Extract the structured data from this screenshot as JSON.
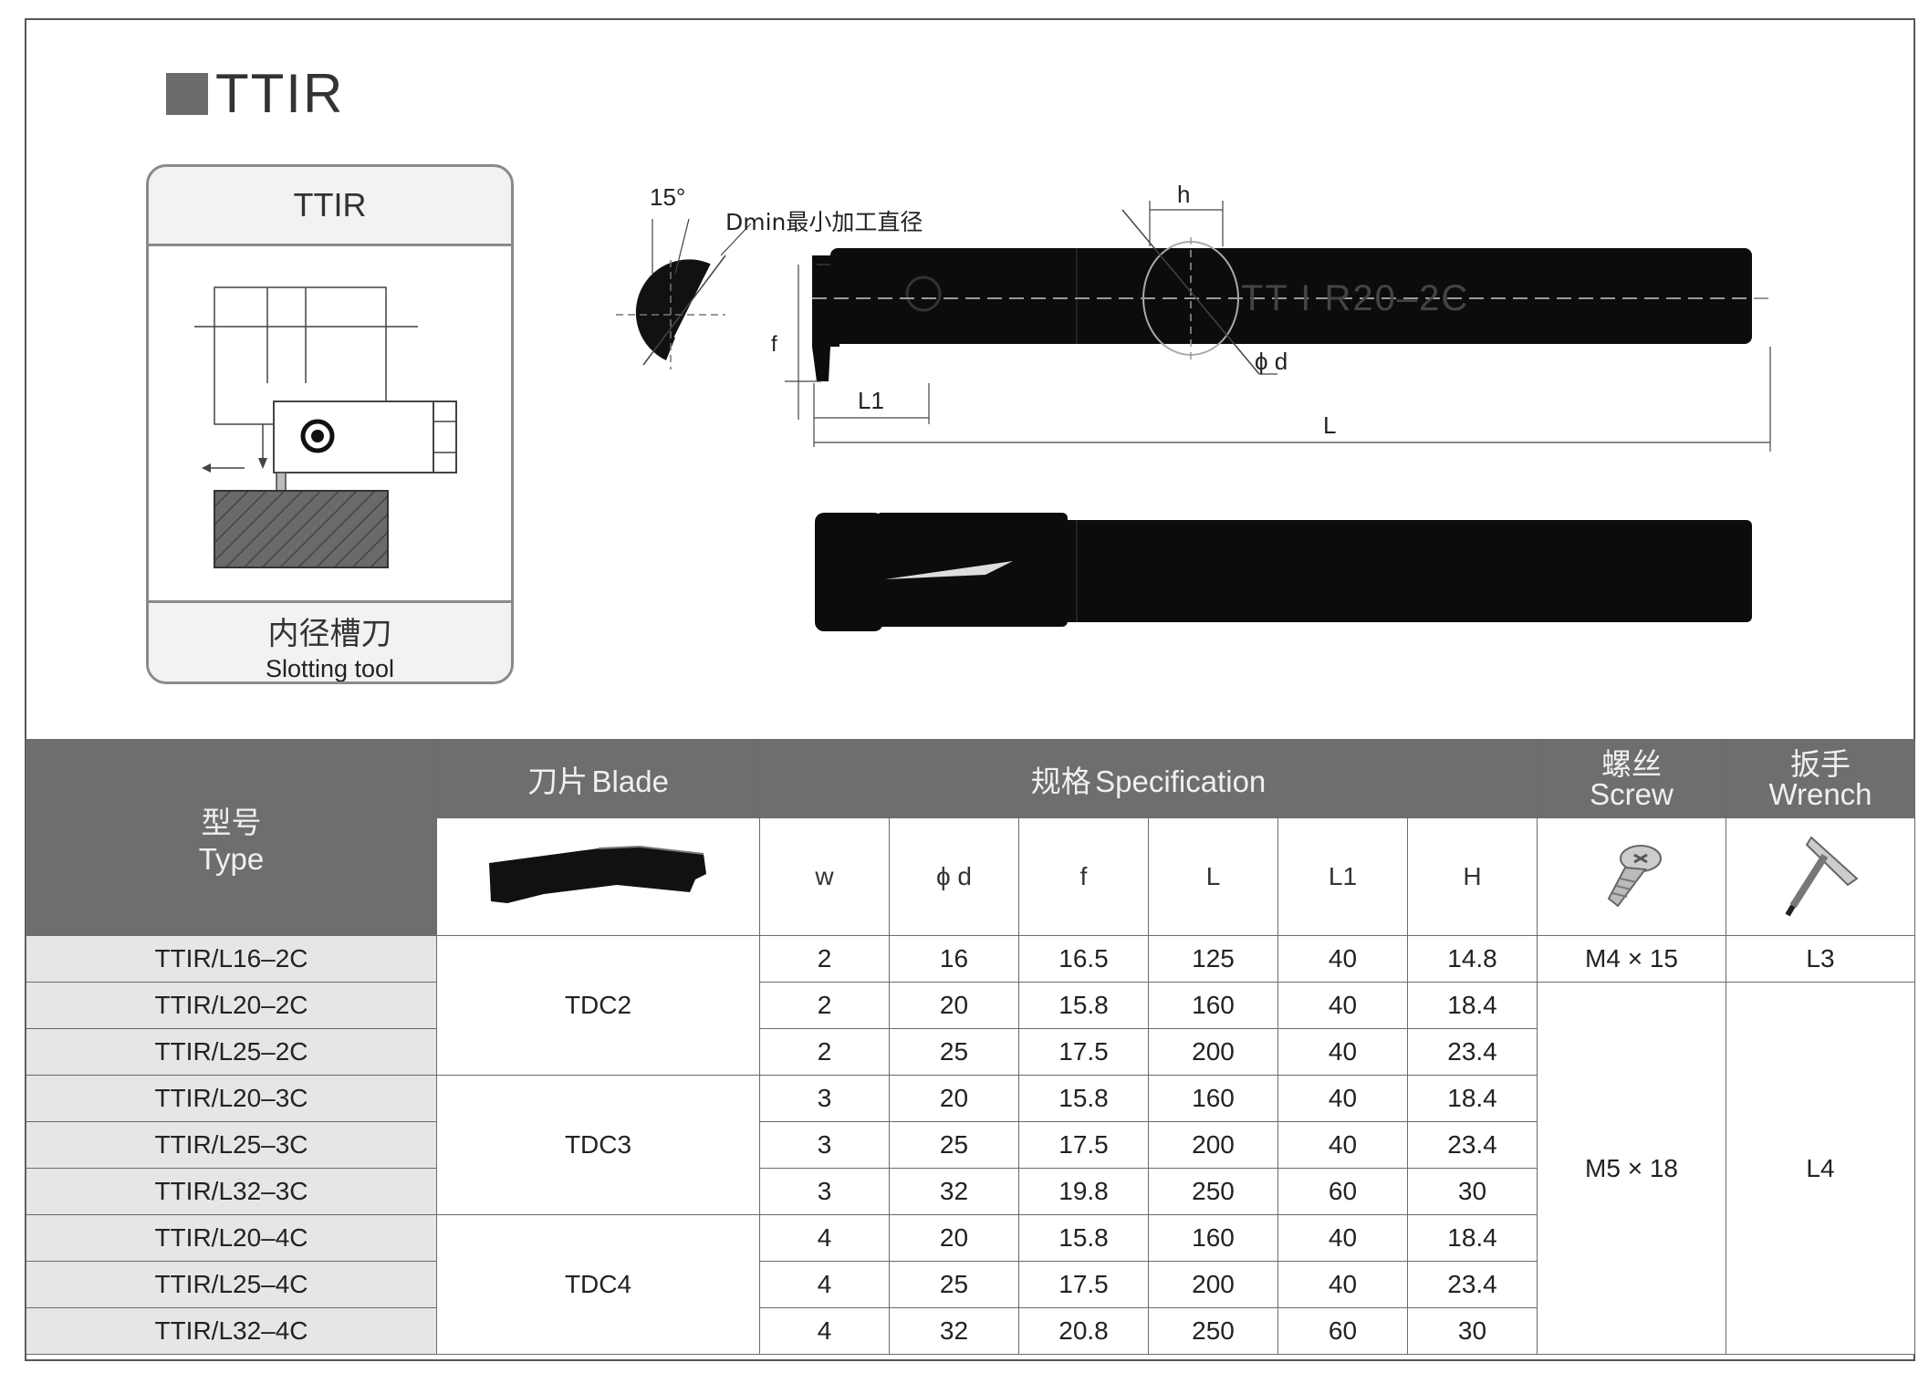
{
  "title": "TTIR",
  "card": {
    "header": "TTIR",
    "footer_cn": "内径槽刀",
    "footer_en": "Slotting tool"
  },
  "drawing": {
    "angle": "15°",
    "dmin": "Dmin最小加工直径",
    "h": "h",
    "phi_d": "ϕ d",
    "f": "f",
    "L1": "L1",
    "L": "L",
    "engraving": "TT I R20–2C"
  },
  "table": {
    "type_cn": "型号",
    "type_en": "Type",
    "blade_cn": "刀片",
    "blade_en": "Blade",
    "spec_cn": "规格",
    "spec_en": "Specification",
    "screw_cn": "螺丝",
    "screw_en": "Screw",
    "wrench_cn": "扳手",
    "wrench_en": "Wrench",
    "columns": [
      "w",
      "ϕ d",
      "f",
      "L",
      "L1",
      "H"
    ],
    "blades": [
      "TDC2",
      "TDC3",
      "TDC4"
    ],
    "screws": [
      "M4 × 15",
      "M5 × 18"
    ],
    "wrenches": [
      "L3",
      "L4"
    ],
    "rows": [
      {
        "type": "TTIR/L16–2C",
        "w": "2",
        "d": "16",
        "f": "16.5",
        "L": "125",
        "L1": "40",
        "H": "14.8"
      },
      {
        "type": "TTIR/L20–2C",
        "w": "2",
        "d": "20",
        "f": "15.8",
        "L": "160",
        "L1": "40",
        "H": "18.4"
      },
      {
        "type": "TTIR/L25–2C",
        "w": "2",
        "d": "25",
        "f": "17.5",
        "L": "200",
        "L1": "40",
        "H": "23.4"
      },
      {
        "type": "TTIR/L20–3C",
        "w": "3",
        "d": "20",
        "f": "15.8",
        "L": "160",
        "L1": "40",
        "H": "18.4"
      },
      {
        "type": "TTIR/L25–3C",
        "w": "3",
        "d": "25",
        "f": "17.5",
        "L": "200",
        "L1": "40",
        "H": "23.4"
      },
      {
        "type": "TTIR/L32–3C",
        "w": "3",
        "d": "32",
        "f": "19.8",
        "L": "250",
        "L1": "60",
        "H": "30"
      },
      {
        "type": "TTIR/L20–4C",
        "w": "4",
        "d": "20",
        "f": "15.8",
        "L": "160",
        "L1": "40",
        "H": "18.4"
      },
      {
        "type": "TTIR/L25–4C",
        "w": "4",
        "d": "25",
        "f": "17.5",
        "L": "200",
        "L1": "40",
        "H": "23.4"
      },
      {
        "type": "TTIR/L32–4C",
        "w": "4",
        "d": "32",
        "f": "20.8",
        "L": "250",
        "L1": "60",
        "H": "30"
      }
    ]
  }
}
